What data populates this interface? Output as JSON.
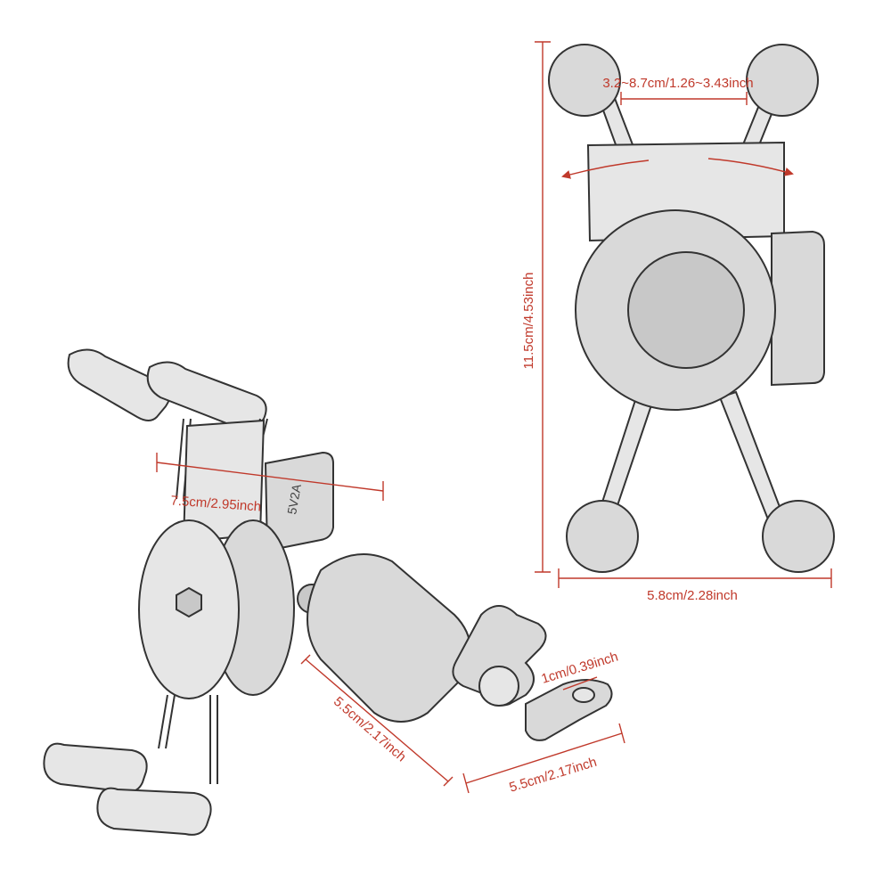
{
  "colors": {
    "dimension": "#c0392b",
    "sketch_fill": "#d9d9d9",
    "sketch_stroke": "#333333"
  },
  "dimensions": {
    "clamp_width_range": "3.2~8.7cm/1.26~3.43inch",
    "total_height": "11.5cm/4.53inch",
    "total_width": "5.8cm/2.28inch",
    "holder_depth": "7.5cm/2.95inch",
    "arm_length": "5.5cm/2.17inch",
    "bracket_length": "5.5cm/2.17inch",
    "hole_diameter": "1cm/0.39inch"
  },
  "usb_label": "5V2A"
}
